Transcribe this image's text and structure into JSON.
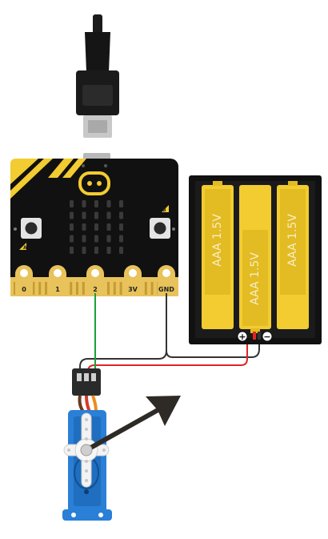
{
  "microbit": {
    "pins": [
      "0",
      "1",
      "2",
      "3V",
      "GND"
    ],
    "button_a": "A",
    "button_b": "B",
    "led_rows": 5,
    "led_cols": 5
  },
  "battery_pack": {
    "cells": [
      "AAA 1.5V",
      "AAA 1.5V",
      "AAA 1.5V"
    ],
    "plus_symbol": "+",
    "minus_symbol": "−"
  },
  "colors": {
    "board": "#111111",
    "gold_pad": "#e8c25a",
    "battery": "#f2cc30",
    "wire_signal": "#18a23a",
    "wire_power": "#e02525",
    "wire_ground": "#333333",
    "servo_body": "#2a7fd6",
    "servo_arm": "#2e2a25"
  }
}
